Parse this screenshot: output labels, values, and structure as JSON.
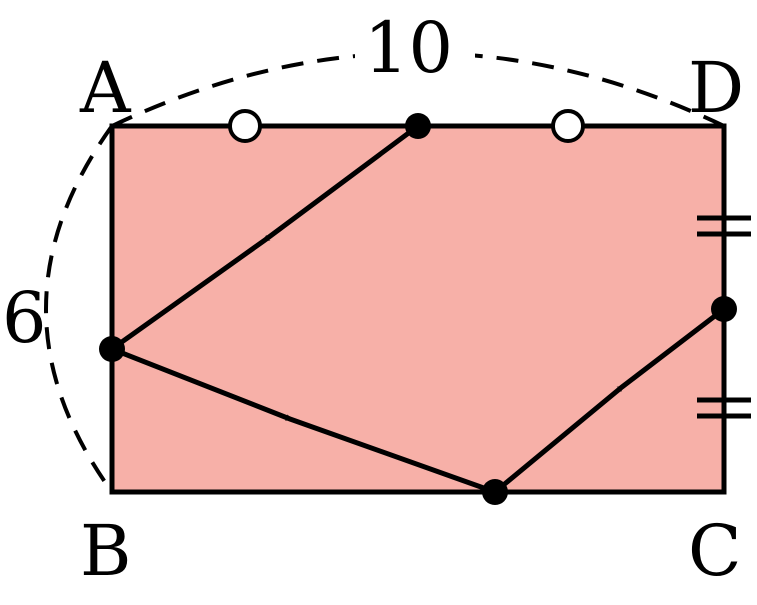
{
  "labels": {
    "vertex_a": "A",
    "vertex_b": "B",
    "vertex_c": "C",
    "vertex_d": "D",
    "length_top": "10",
    "length_left": "6"
  },
  "colors": {
    "fill": "#f7b0a8",
    "stroke": "#000000",
    "background": "#ffffff"
  }
}
